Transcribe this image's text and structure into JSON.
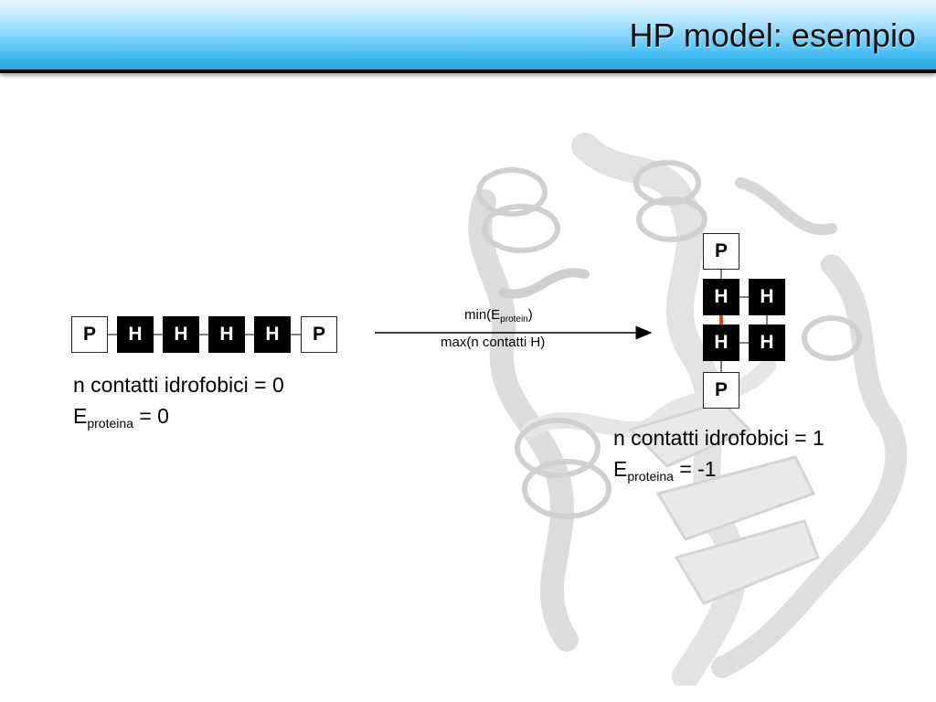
{
  "slide": {
    "title": "HP model: esempio"
  },
  "linear_chain": {
    "residues": [
      "P",
      "H",
      "H",
      "H",
      "H",
      "P"
    ],
    "contacts_label": "n contatti idrofobici = 0",
    "energy_prefix": "E",
    "energy_sub": "proteina",
    "energy_value": " = 0"
  },
  "arrow": {
    "top_prefix": "min(E",
    "top_sub": "protein",
    "top_suffix": ")",
    "bottom_label": "max(n contatti H)"
  },
  "folded_chain": {
    "residues": [
      "P",
      "H",
      "H",
      "H",
      "H",
      "P"
    ],
    "contacts_label": "n contatti idrofobici = 1",
    "energy_prefix": "E",
    "energy_sub": "proteina",
    "energy_value": " = -1"
  },
  "colors": {
    "hydrophobic": "#000000",
    "polar": "#ffffff",
    "hh_contact": "#e8401c",
    "title_bar": "#4ec2f5"
  }
}
